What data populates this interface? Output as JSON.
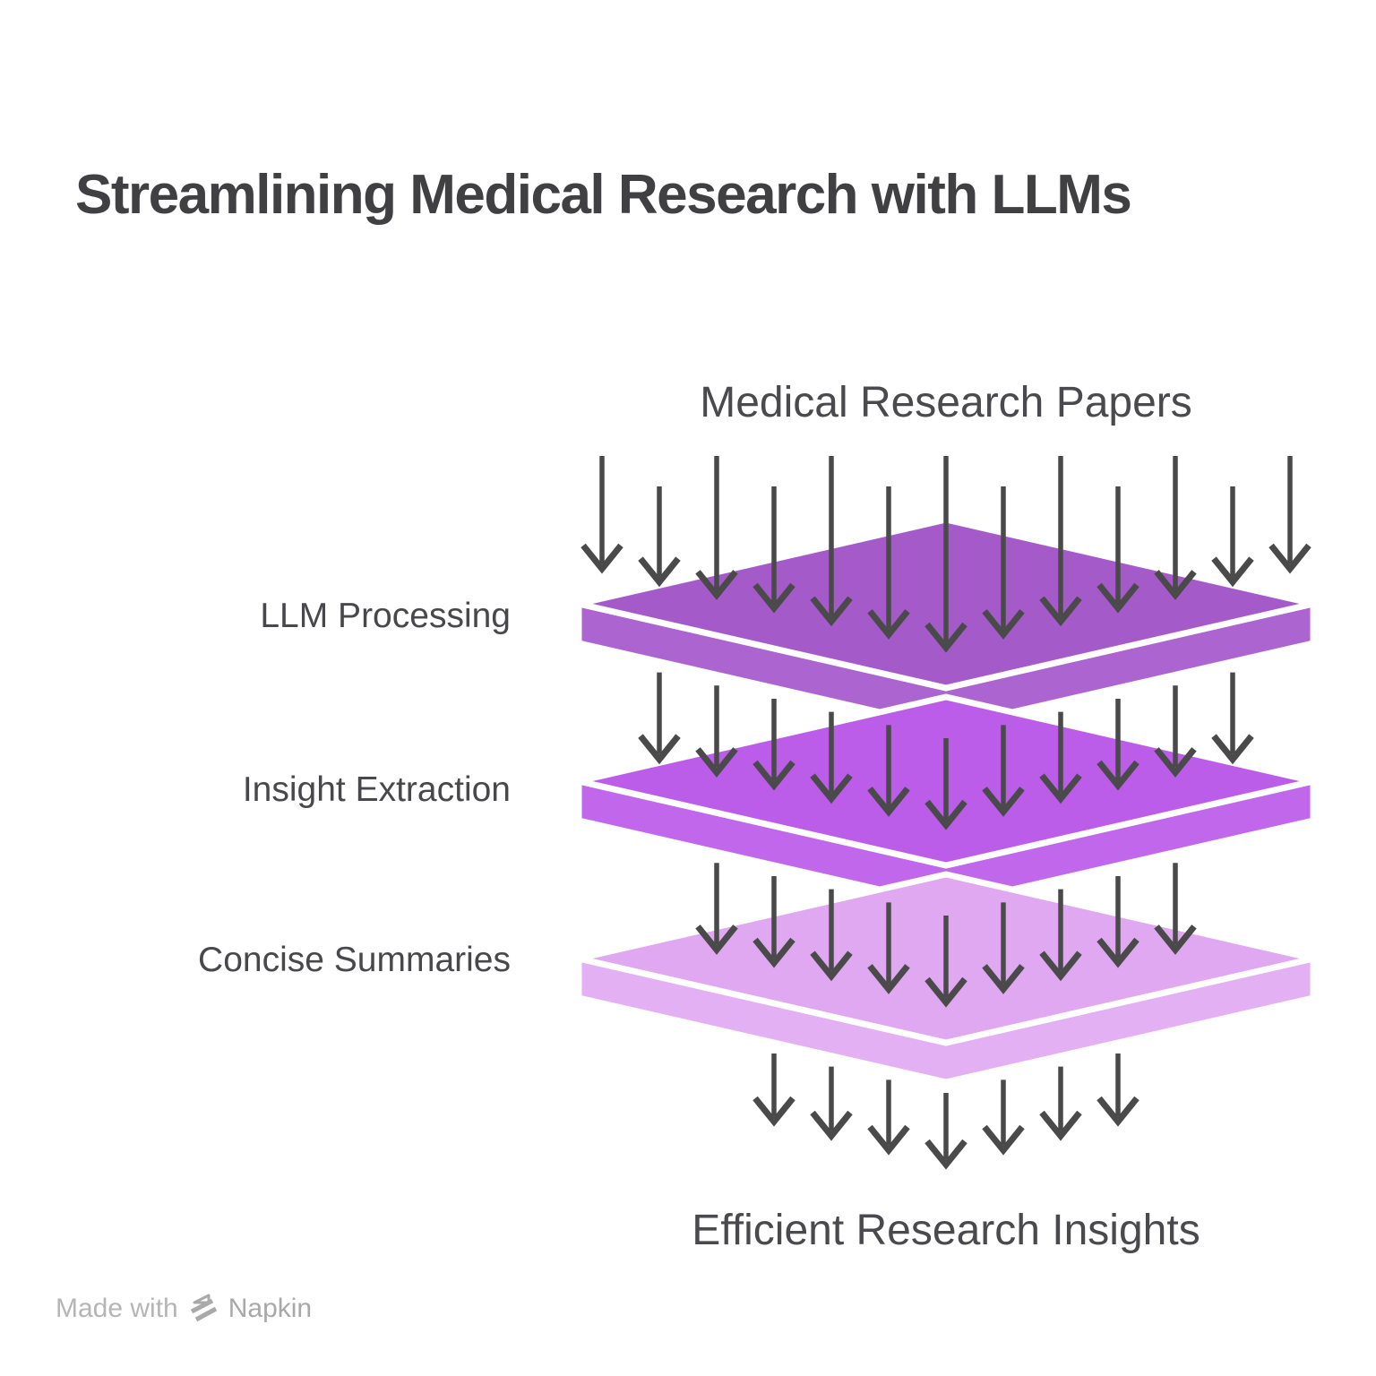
{
  "title": "Streamlining Medical Research with LLMs",
  "diagram": {
    "input_label": "Medical Research Papers",
    "output_label": "Efficient Research Insights",
    "layers": [
      {
        "id": "llm-processing",
        "label": "LLM Processing",
        "top_color": "#A55AC9",
        "side_color": "#AC64D0"
      },
      {
        "id": "insight-extraction",
        "label": "Insight Extraction",
        "top_color": "#BB5DE8",
        "side_color": "#C167EC"
      },
      {
        "id": "concise-summaries",
        "label": "Concise Summaries",
        "top_color": "#DFA8F1",
        "side_color": "#E3B1F3"
      }
    ],
    "arrow_color": "#4A4A4A",
    "arrow_counts": {
      "input": 13,
      "between_layer_1_2": 11,
      "between_layer_2_3": 9,
      "output": 7
    }
  },
  "footer": {
    "made_with_label": "Made with",
    "brand_name": "Napkin",
    "logo_color": "#A9A9A9"
  }
}
